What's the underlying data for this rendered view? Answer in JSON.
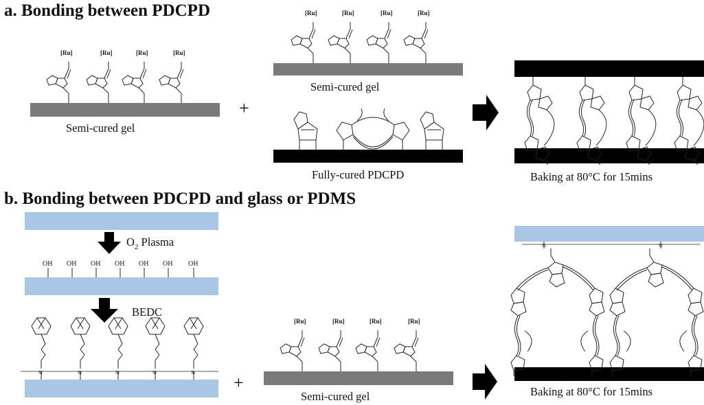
{
  "section_a": {
    "title": "a. Bonding between PDCPD",
    "left_caption": "Semi-cured gel",
    "top_caption": "Semi-cured gel",
    "bottom_caption": "Fully-cured PDCPD",
    "result_caption": "Baking at 80°C for 15mins",
    "plus": "+"
  },
  "section_b": {
    "title": "b. Bonding between PDCPD and glass or PDMS",
    "step1_prefix": "O",
    "step1_sub": "2",
    "step1_suffix": " Plasma",
    "step2_label": "BEDC",
    "oh_label": "OH",
    "si_label": "Si",
    "gel_caption": "Semi-cured gel",
    "result_caption": "Baking at 80°C for 15mins",
    "plus": "+"
  },
  "ru_label": "[Ru]",
  "colors": {
    "glass": "#a9c6e5",
    "gel": "#7a7a7a",
    "cured": "#000000"
  }
}
